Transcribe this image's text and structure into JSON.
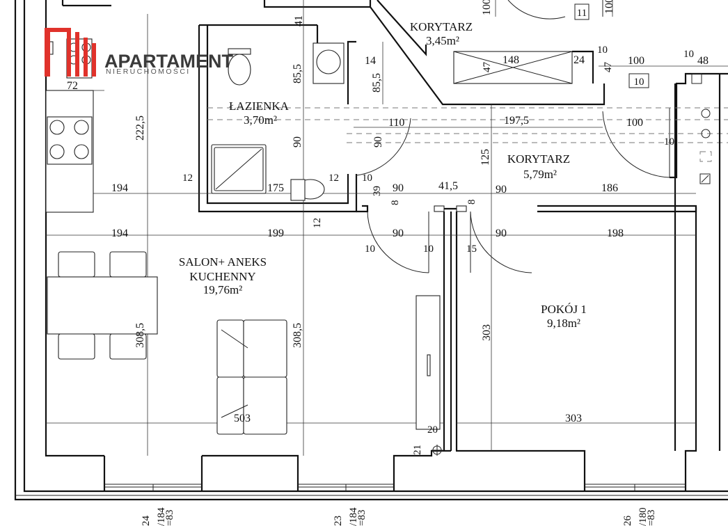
{
  "logo": {
    "title": "APARTAMENT",
    "subtitle": "NIERUCHOMOŚCI",
    "color": "#e0322b"
  },
  "rooms": {
    "korytarz_top": {
      "name": "KORYTARZ",
      "area": "3,45m²"
    },
    "lazienka": {
      "name": "ŁAZIENKA",
      "area": "3,70m²"
    },
    "korytarz_mid": {
      "name": "KORYTARZ",
      "area": "5,79m²"
    },
    "salon": {
      "name_line1": "SALON+ ANEKS",
      "name_line2": "KUCHENNY",
      "area": "19,76m²"
    },
    "pokoj": {
      "name": "POKÓJ 1",
      "area": "9,18m²"
    }
  },
  "box_labels": {
    "b11": "11",
    "b10": "10"
  },
  "dims": {
    "d41": "41",
    "d100a": "100",
    "d100b": "100",
    "d72": "72",
    "d222": "222,5",
    "d85a": "85,5",
    "d14": "14",
    "d85b": "85,5",
    "d148": "148",
    "d47a": "47",
    "d24": "24",
    "d10a": "10",
    "d47b": "47",
    "d100c": "100",
    "d10b": "10",
    "d48": "48",
    "d90a": "90",
    "d110": "110",
    "d90b": "90",
    "d1975": "197,5",
    "d100d": "100",
    "d10c": "10",
    "d125": "125",
    "d194a": "194",
    "d12a": "12",
    "d175": "175",
    "d12b": "12",
    "d10d": "10",
    "d39": "39",
    "d90c": "90",
    "d415": "41,5",
    "d90d": "90",
    "d186": "186",
    "d8a": "8",
    "d8b": "8",
    "d12c": "12",
    "d194b": "194",
    "d199": "199",
    "d90e": "90",
    "d90f": "90",
    "d198": "198",
    "d10e": "10",
    "d10f": "10",
    "d15": "15",
    "d3085a": "308,5",
    "d3085b": "308,5",
    "d303a": "303",
    "d503": "503",
    "d303b": "303",
    "d20": "20",
    "d21": "21",
    "w1a": "24",
    "w1b": "/184",
    "w1c": "=83",
    "w2a": "23",
    "w2b": "/184",
    "w2c": "=83",
    "w3a": "26",
    "w3b": "/180",
    "w3c": "=83"
  }
}
